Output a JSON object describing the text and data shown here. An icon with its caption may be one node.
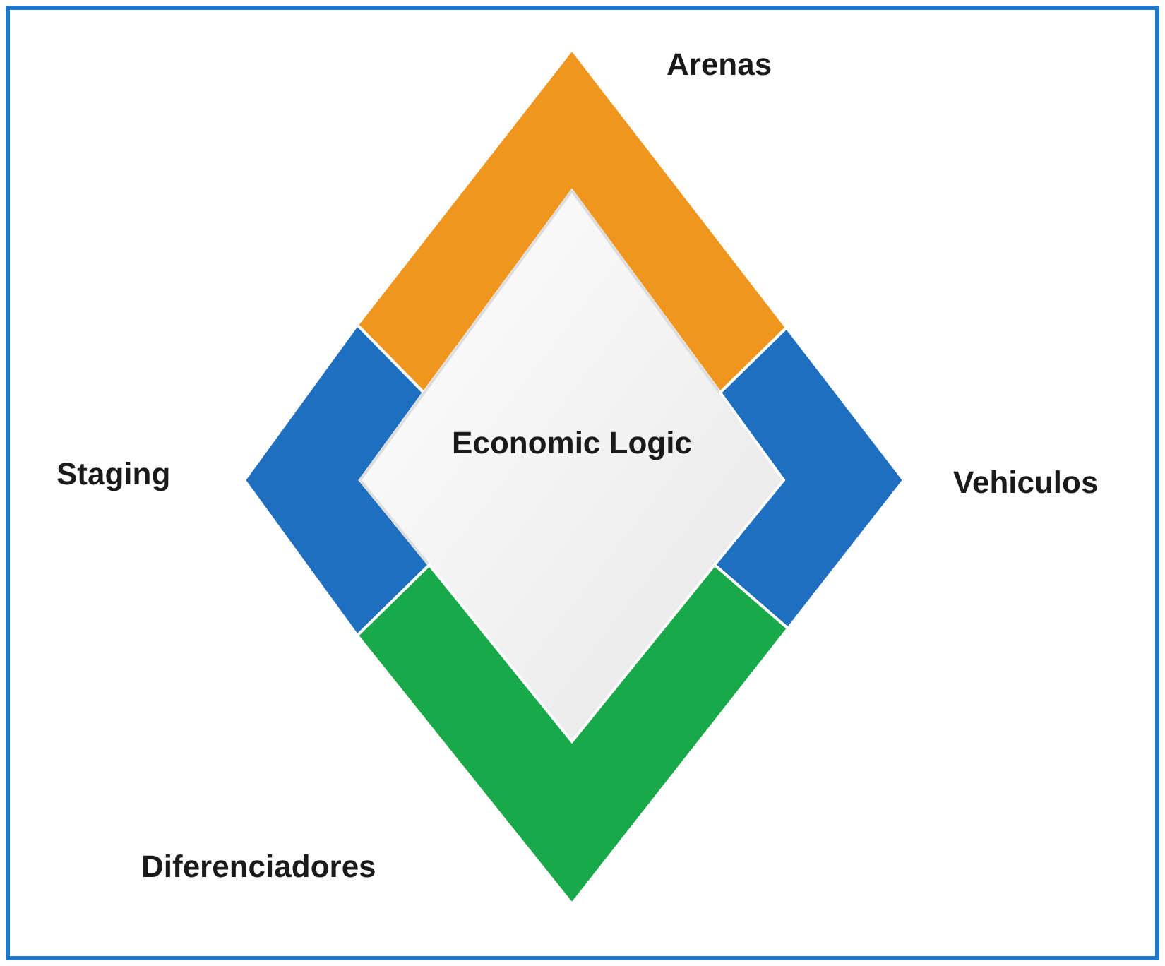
{
  "diagram": {
    "nodes": [
      {
        "text": [
          "Arenas"
        ]
      },
      {
        "text": [
          "Staging"
        ]
      },
      {
        "text": [
          "Economic Logic"
        ]
      },
      {
        "text": [
          "Vehiculos"
        ]
      },
      {
        "text": [
          "Diferenciadores"
        ]
      }
    ],
    "edges": []
  }
}
